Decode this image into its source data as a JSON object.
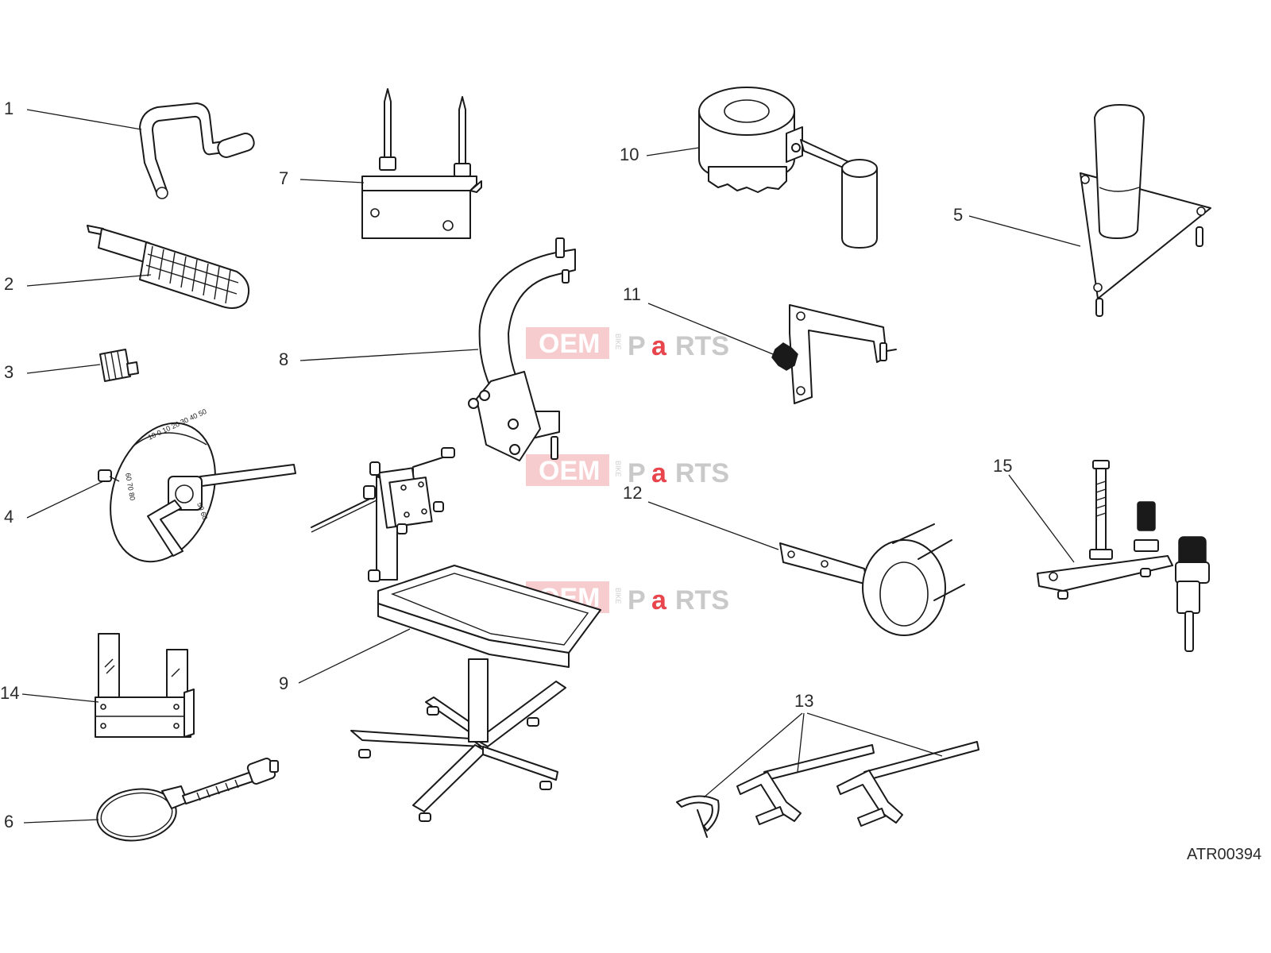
{
  "diagram": {
    "reference_code": "ATR00394",
    "callouts": [
      {
        "id": "1",
        "label": "1"
      },
      {
        "id": "2",
        "label": "2"
      },
      {
        "id": "3",
        "label": "3"
      },
      {
        "id": "4",
        "label": "4"
      },
      {
        "id": "5",
        "label": "5"
      },
      {
        "id": "6",
        "label": "6"
      },
      {
        "id": "7",
        "label": "7"
      },
      {
        "id": "8",
        "label": "8"
      },
      {
        "id": "9",
        "label": "9"
      },
      {
        "id": "10",
        "label": "10"
      },
      {
        "id": "11",
        "label": "11"
      },
      {
        "id": "12",
        "label": "12"
      },
      {
        "id": "13",
        "label": "13"
      },
      {
        "id": "14",
        "label": "14"
      },
      {
        "id": "15",
        "label": "15"
      }
    ],
    "dial_scale_left": [
      "10",
      "0",
      "10",
      "20",
      "30",
      "40",
      "50"
    ],
    "dial_scale_right": [
      "50",
      "60"
    ],
    "dial_scale_bottom": [
      "60",
      "70",
      "80"
    ]
  },
  "watermark": {
    "word1": "OEM",
    "small": "BIKE",
    "word2a": "P",
    "word2b": "a",
    "word2c": "RTS"
  },
  "colors": {
    "line": "#1a1a1a",
    "watermark_red": "#e8454c",
    "watermark_grey": "#bdbdbd"
  }
}
